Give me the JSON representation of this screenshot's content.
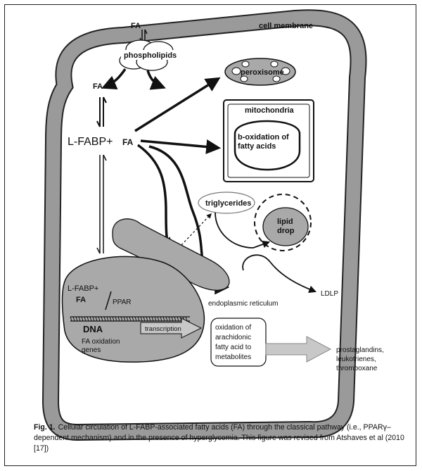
{
  "labels": {
    "fa_top": "FA",
    "cell_membrane": "cell membrane",
    "phospholipids": "phospholipids",
    "fa_left": "FA",
    "peroxisome": "peroxisome",
    "mitochondria": "mitochondria",
    "b_oxidation_line1": "b-oxidation of",
    "b_oxidation_line2": "fatty acids",
    "lfabp_main": "L-FABP+",
    "fa_main": "FA",
    "triglycerides": "triglycerides",
    "lipid_drop_line1": "lipid",
    "lipid_drop_line2": "drop",
    "lfabp_nucleus": "L-FABP+",
    "fa_nucleus": "FA",
    "ppar": "PPAR",
    "dna": "DNA",
    "fa_ox_genes_line1": "FA oxidation",
    "fa_ox_genes_line2": "genes",
    "transcription": "transcription",
    "endoplasmic_reticulum": "endoplasmic reticulum",
    "ldlp": "LDLP",
    "oxidation_line1": "oxidation of",
    "oxidation_line2": "arachidonic",
    "oxidation_line3": "fatty acid to",
    "oxidation_line4": "metabolites",
    "prostaglandins_line1": "prostaglandins,",
    "prostaglandins_line2": "leukotrienes,",
    "prostaglandins_line3": "thromboxane"
  },
  "caption": {
    "figure_number": "Fig. 1.",
    "text": "Cellular circulation of L-FABP-associated fatty acids (FA) through the classical pathway (i.e., PPARγ–dependent mechanism) and in the presence of hyperglycemia. This figure was revised from Atshaves et al (2010 [17])"
  },
  "colors": {
    "membrane": "#9a9a9a",
    "nucleus": "#9a9a9a",
    "organelle_fill": "#a9a9a9",
    "arrow": "#111111"
  }
}
